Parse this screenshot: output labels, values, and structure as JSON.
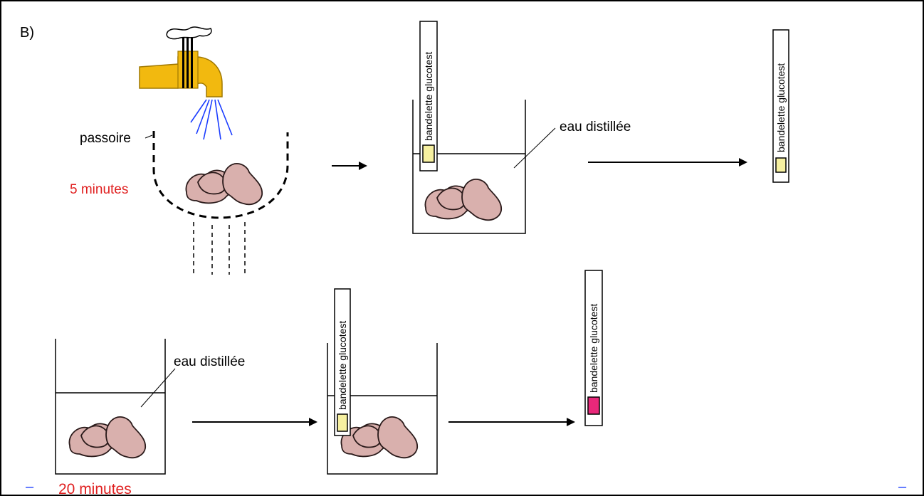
{
  "section_label": "B)",
  "labels": {
    "passoire": "passoire",
    "time_rinse": "5 minutes",
    "time_soak": "20 minutes",
    "water": "eau distillée",
    "strip": "bandelette glucotest",
    "dash": "–"
  },
  "colors": {
    "time_text": "#e02020",
    "faucet": "#f2b90f",
    "water_jets": "#1a3cff",
    "meat": "#d9b0ad",
    "meat_outline": "#2a1a1a",
    "strip_negative": "#f6f0a0",
    "strip_positive": "#e8287a"
  },
  "icons": [
    "faucet-icon",
    "colander-icon",
    "meat-pieces-icon",
    "beaker-icon",
    "test-strip-icon",
    "arrow-icon"
  ]
}
